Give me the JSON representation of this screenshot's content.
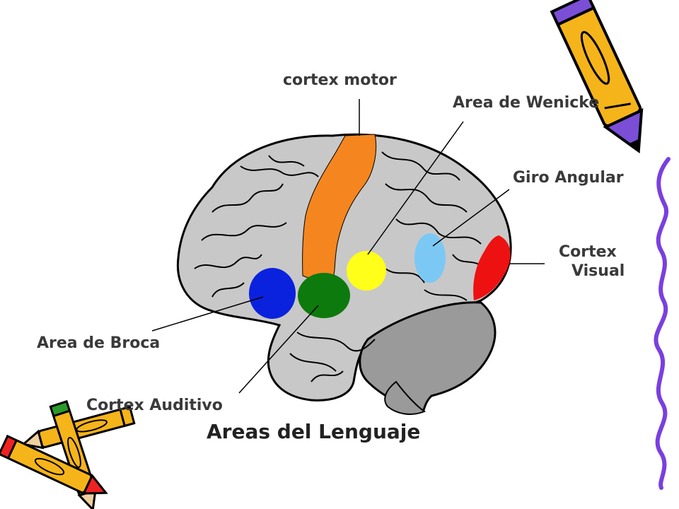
{
  "title": "Areas del Lenguaje",
  "labels": {
    "motor": "cortex motor",
    "wernicke": "Area de Wenicke",
    "angular": "Giro Angular",
    "visual_line1": "Cortex",
    "visual_line2": "Visual",
    "broca": "Area de Broca",
    "auditory": "Cortex Auditivo"
  },
  "colors": {
    "brain": "#c8c8c8",
    "cerebellum": "#9a9a9a",
    "motor": "#f5861f",
    "wernicke": "#ffff1a",
    "angular": "#7cc8f5",
    "visual": "#ee1111",
    "broca": "#0a22dd",
    "auditory": "#0d7a0d",
    "pencil_body": "#f5b41a",
    "pencil_tip": "#7a4fd6",
    "border_line": "#7a3fe0"
  }
}
